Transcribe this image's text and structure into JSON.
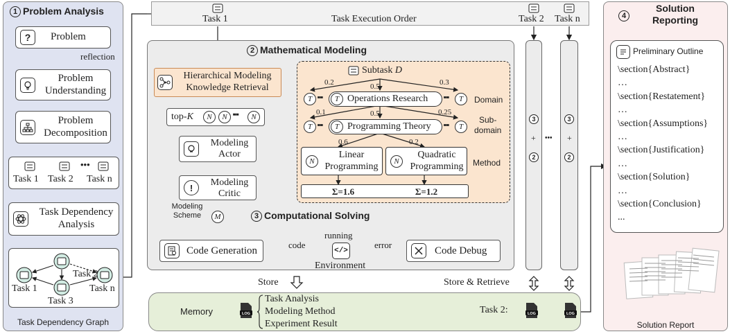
{
  "problem_analysis": {
    "number": "1",
    "title": "Problem Analysis",
    "problem": "Problem",
    "reflection": "reflection",
    "understanding_line1": "Problem",
    "understanding_line2": "Understanding",
    "decomposition_line1": "Problem",
    "decomposition_line2": "Decomposition",
    "tasks": [
      "Task 1",
      "Task 2",
      "Task n"
    ],
    "dep_line1": "Task Dependency",
    "dep_line2": "Analysis",
    "graph_tasks": [
      "Task 1",
      "Task 2",
      "Task 3",
      "Task n"
    ],
    "graph_caption": "Task Dependency Graph"
  },
  "execution": {
    "order_label": "Task Execution Order",
    "task1": "Task 1",
    "task2": "Task 2",
    "taskn": "Task n"
  },
  "modeling": {
    "number": "2",
    "title": "Mathematical Modeling",
    "retrieval_line1": "Hierarchical Modeling",
    "retrieval_line2": "Knowledge Retrieval",
    "topk_label": "top-",
    "topk_k": "K",
    "actor_line1": "Modeling",
    "actor_line2": "Actor",
    "critic_line1": "Modeling",
    "critic_line2": "Critic",
    "scheme_line1": "Modeling",
    "scheme_line2": "Scheme",
    "node_symbol": "N",
    "tree_symbol": "T",
    "scheme_symbol": "M"
  },
  "hierarchy": {
    "subtask_label": "Subtask",
    "subtask_symbol": "D",
    "domain_weights": [
      "0.2",
      "0.5",
      "0.3"
    ],
    "domain_node": "Operations Research",
    "domain_label": "Domain",
    "subdomain_weights": [
      "0.1",
      "0.5",
      "0.25"
    ],
    "subdomain_node": "Programming Theory",
    "subdomain_label_line1": "Sub-",
    "subdomain_label_line2": "domain",
    "method_weights": [
      "0.6",
      "0.2"
    ],
    "method1_line1": "Linear",
    "method1_line2": "Programming",
    "method2_line1": "Quadratic",
    "method2_line2": "Programming",
    "method_label": "Method",
    "sum1": "Σ=1.6",
    "sum2": "Σ=1.2"
  },
  "solving": {
    "number": "3",
    "title": "Computational Solving",
    "code_generation": "Code Generation",
    "code_label": "code",
    "running_label": "running",
    "error_label": "error",
    "environment": "Environment",
    "code_debug": "Code Debug"
  },
  "columns": {
    "top_number": "3",
    "plus": "+",
    "bottom_number": "2",
    "ellipsis": "•••"
  },
  "memory": {
    "title": "Memory",
    "items": [
      "Task Analysis",
      "Modeling Method",
      "Experiment Result"
    ],
    "task2_label": "Task 2:",
    "log_label": "LOG",
    "store": "Store",
    "store_retrieve": "Store & Retrieve"
  },
  "reporting": {
    "number": "4",
    "title_line1": "Solution",
    "title_line2": "Reporting",
    "outline_title": "Preliminary Outline",
    "outline_items": [
      "\\section{Abstract}",
      "…",
      "\\section{Restatement}",
      "…",
      "\\section{Assumptions}",
      "…",
      "\\section{Justification}",
      "…",
      "\\section{Solution}",
      "…",
      "\\section{Conclusion}",
      "..."
    ],
    "report_caption": "Solution Report"
  },
  "colors": {
    "left_panel": "#dfe3f1",
    "right_panel": "#fbeeee",
    "memory_panel": "#e6efd9",
    "orange_box": "#fbe5cf",
    "orange_border": "#c98a55",
    "modeling_panel": "#ececec",
    "graph_node": "#d2ece3"
  }
}
